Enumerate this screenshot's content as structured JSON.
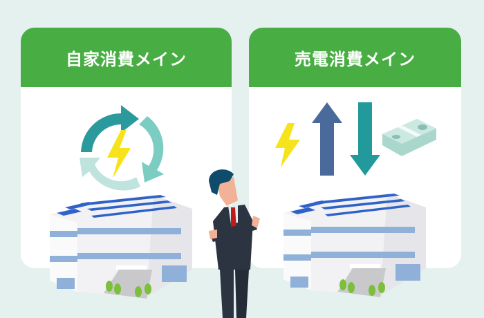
{
  "cards": [
    {
      "title": "自家消費メイン",
      "icons": [
        "recycle-arrows-icon",
        "lightning-bolt-icon",
        "solar-building"
      ]
    },
    {
      "title": "売電消費メイン",
      "icons": [
        "lightning-bolt-icon",
        "up-arrow-icon",
        "down-arrow-icon",
        "money-stack-icon",
        "solar-building"
      ]
    }
  ],
  "colors": {
    "background": "#e4f1ef",
    "header_green": "#48ad43",
    "arrow_up": "#4a6a9b",
    "arrow_down": "#22999a",
    "bolt": "#f7e31c"
  },
  "figure": "businessman-arms-crossed"
}
